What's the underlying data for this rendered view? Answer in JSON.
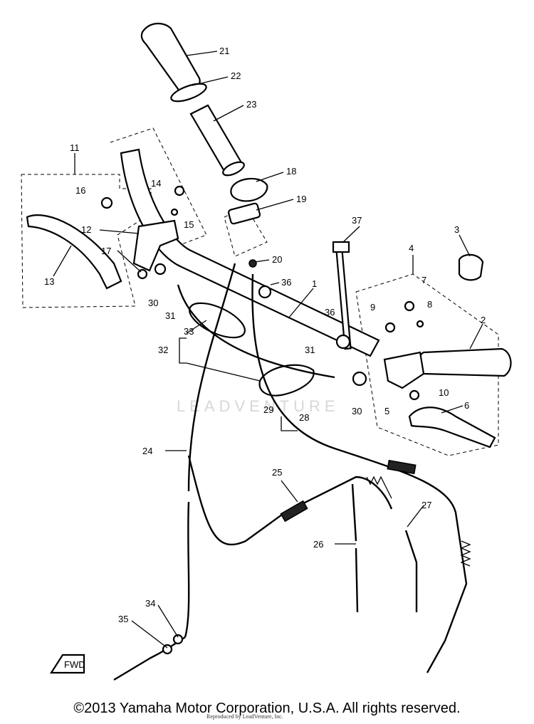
{
  "diagram": {
    "watermark": "LEADVENTURE",
    "copyright": "©2013 Yamaha Motor Corporation, U.S.A. All rights reserved.",
    "reprint_note": "Reproduced by LeadVenture, Inc.",
    "fwd_label": "FWD",
    "callouts": [
      {
        "id": "21",
        "label": "21"
      },
      {
        "id": "22",
        "label": "22"
      },
      {
        "id": "23",
        "label": "23"
      },
      {
        "id": "18",
        "label": "18"
      },
      {
        "id": "19",
        "label": "19"
      },
      {
        "id": "11",
        "label": "11"
      },
      {
        "id": "16",
        "label": "16"
      },
      {
        "id": "14",
        "label": "14"
      },
      {
        "id": "15",
        "label": "15"
      },
      {
        "id": "12",
        "label": "12"
      },
      {
        "id": "17",
        "label": "17"
      },
      {
        "id": "13",
        "label": "13"
      },
      {
        "id": "20",
        "label": "20"
      },
      {
        "id": "37",
        "label": "37"
      },
      {
        "id": "3",
        "label": "3"
      },
      {
        "id": "4",
        "label": "4"
      },
      {
        "id": "7",
        "label": "7"
      },
      {
        "id": "8",
        "label": "8"
      },
      {
        "id": "36a",
        "label": "36"
      },
      {
        "id": "1",
        "label": "1"
      },
      {
        "id": "9",
        "label": "9"
      },
      {
        "id": "30a",
        "label": "30"
      },
      {
        "id": "31a",
        "label": "31"
      },
      {
        "id": "36b",
        "label": "36"
      },
      {
        "id": "2",
        "label": "2"
      },
      {
        "id": "33",
        "label": "33"
      },
      {
        "id": "32",
        "label": "32"
      },
      {
        "id": "31b",
        "label": "31"
      },
      {
        "id": "10",
        "label": "10"
      },
      {
        "id": "29",
        "label": "29"
      },
      {
        "id": "30b",
        "label": "30"
      },
      {
        "id": "5",
        "label": "5"
      },
      {
        "id": "6",
        "label": "6"
      },
      {
        "id": "28",
        "label": "28"
      },
      {
        "id": "24",
        "label": "24"
      },
      {
        "id": "25",
        "label": "25"
      },
      {
        "id": "27",
        "label": "27"
      },
      {
        "id": "26",
        "label": "26"
      },
      {
        "id": "34",
        "label": "34"
      },
      {
        "id": "35",
        "label": "35"
      }
    ]
  }
}
